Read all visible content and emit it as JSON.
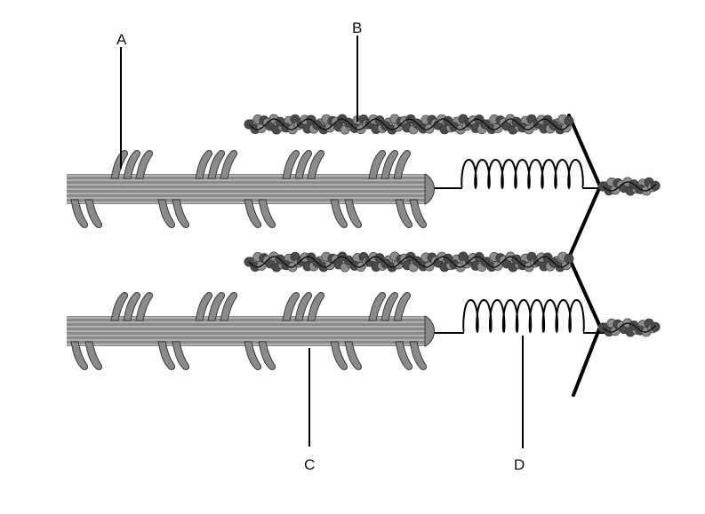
{
  "labels": {
    "a": "A",
    "b": "B",
    "c": "C",
    "d": "D"
  },
  "colors": {
    "thick_filament": "#8a8a8a",
    "thick_filament_outline": "#3a3a3a",
    "actin_light": "#8c8c8c",
    "actin_dark": "#4a4a4a",
    "line": "#000000"
  }
}
